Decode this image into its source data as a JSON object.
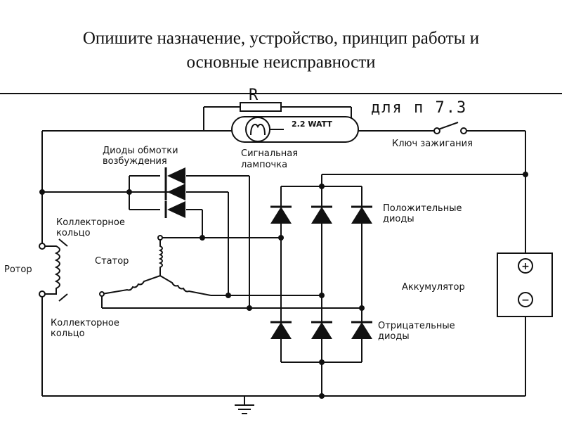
{
  "slide": {
    "title_line1": "Опишите назначение, устройство, принцип работы и",
    "title_line2": "основные неисправности"
  },
  "diagram": {
    "resistor_mark": "R",
    "handwritten_note": "для п 7.3",
    "lamp_rating": "2.2 WATT",
    "labels": {
      "lamp": [
        "Сигнальная",
        "лампочка"
      ],
      "ignition_key": "Ключ зажигания",
      "field_diodes": [
        "Диоды обмотки",
        "возбуждения"
      ],
      "positive_diodes": [
        "Положительные",
        "диоды"
      ],
      "negative_diodes": [
        "Отрицательные",
        "диоды"
      ],
      "slip_ring_top": [
        "Коллекторное",
        "кольцо"
      ],
      "slip_ring_bottom": [
        "Коллекторное",
        "кольцо"
      ],
      "rotor": "Ротор",
      "stator": "Статор",
      "battery": "Аккумулятор",
      "battery_plus": "+",
      "battery_minus": "−"
    }
  }
}
